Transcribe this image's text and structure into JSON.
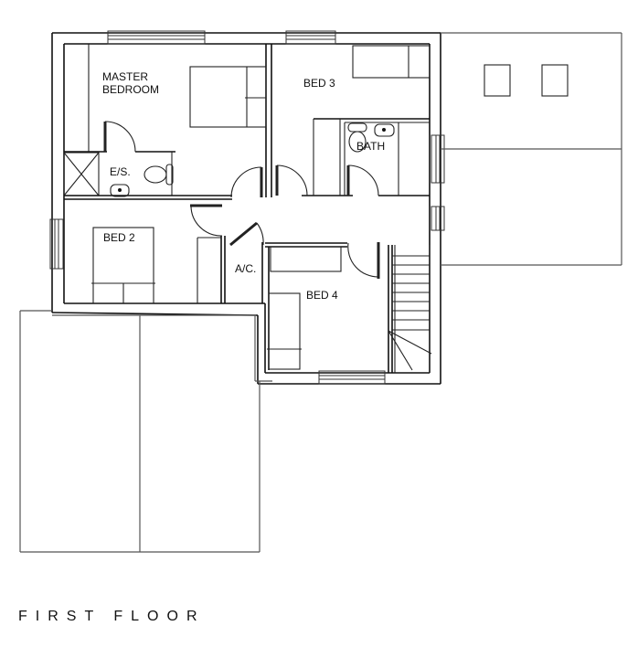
{
  "title": "FIRST FLOOR",
  "rooms": {
    "master_line1": "MASTER",
    "master_line2": "BEDROOM",
    "bed3": "BED 3",
    "bath": "BATH",
    "ensuite": "E/S.",
    "bed2": "BED 2",
    "airing_cupboard": "A/C.",
    "bed4": "BED 4"
  },
  "colors": {
    "line": "#111111",
    "background": "#ffffff"
  }
}
